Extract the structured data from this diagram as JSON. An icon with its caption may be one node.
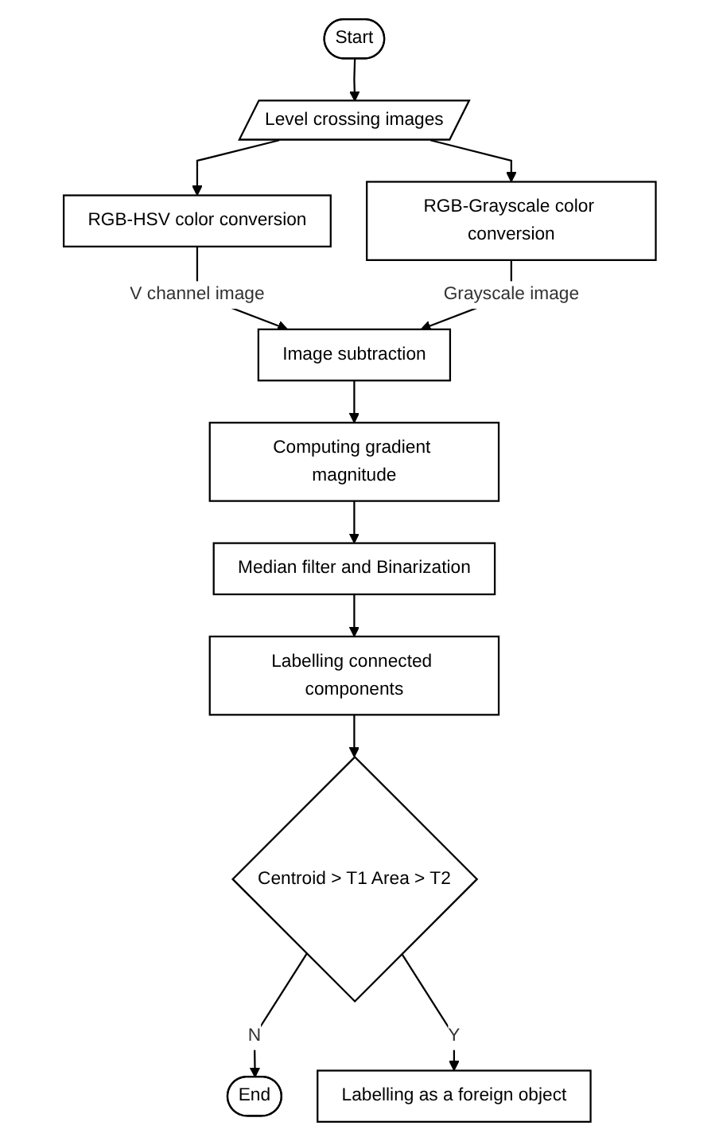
{
  "diagram": {
    "nodes": [
      {
        "text": [
          "Start"
        ]
      },
      {
        "text": [
          "Level crossing images"
        ]
      },
      {
        "text": [
          "RGB-HSV color conversion"
        ]
      },
      {
        "text": [
          "RGB-Grayscale color conversion"
        ]
      },
      {
        "text": [
          "Image subtraction"
        ]
      },
      {
        "text": [
          "Computing gradient magnitude"
        ]
      },
      {
        "text": [
          "Median filter and Binarization"
        ]
      },
      {
        "text": [
          "Labelling connected components"
        ]
      },
      {
        "text": [
          "Centroid > T1 Area > T2"
        ]
      },
      {
        "text": [
          "End"
        ]
      },
      {
        "text": [
          "Labelling as a foreign object"
        ]
      }
    ],
    "edges": [
      {
        "from": 0,
        "to": 1,
        "arrow": "to"
      },
      {
        "from": 1,
        "to": 2,
        "arrow": "to"
      },
      {
        "from": 1,
        "to": 3,
        "arrow": "to"
      },
      {
        "from": 2,
        "to": 4,
        "arrow": "to",
        "label": "V channel image"
      },
      {
        "from": 3,
        "to": 4,
        "arrow": "to",
        "label": "Grayscale image"
      },
      {
        "from": 4,
        "to": 5,
        "arrow": "to"
      },
      {
        "from": 5,
        "to": 6,
        "arrow": "to"
      },
      {
        "from": 6,
        "to": 7,
        "arrow": "to"
      },
      {
        "from": 7,
        "to": 8,
        "arrow": "to"
      },
      {
        "from": 8,
        "to": 9,
        "arrow": "to",
        "label": "N"
      },
      {
        "from": 8,
        "to": 10,
        "arrow": "to",
        "label": "Y"
      }
    ]
  }
}
